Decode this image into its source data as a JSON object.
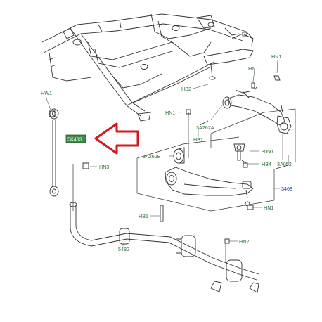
{
  "colors": {
    "line": "#222222",
    "label_green": "#2f6e3a",
    "label_blue": "#1f3f8a",
    "callout_box": "#3d8a4a",
    "callout_text": "#ffffff",
    "arrow": "#d4171d"
  },
  "labels": {
    "hw1": "HW1",
    "hn1_top": "HN1",
    "hn1_ball": "HN1",
    "hb2": "HB2",
    "hn1_mid": "HN1",
    "p3a262a": "3A262A",
    "hb1_top": "HB1",
    "p3a262b": "3A262B",
    "p3050": "3050",
    "hb4": "HB4",
    "p3a052": "3A052",
    "p3468": "3468",
    "hn3": "HN3",
    "hn1_low": "HN1",
    "hb1_low": "HB1",
    "p5482": "5482",
    "hn2": "HN2",
    "callout": "5K483"
  }
}
